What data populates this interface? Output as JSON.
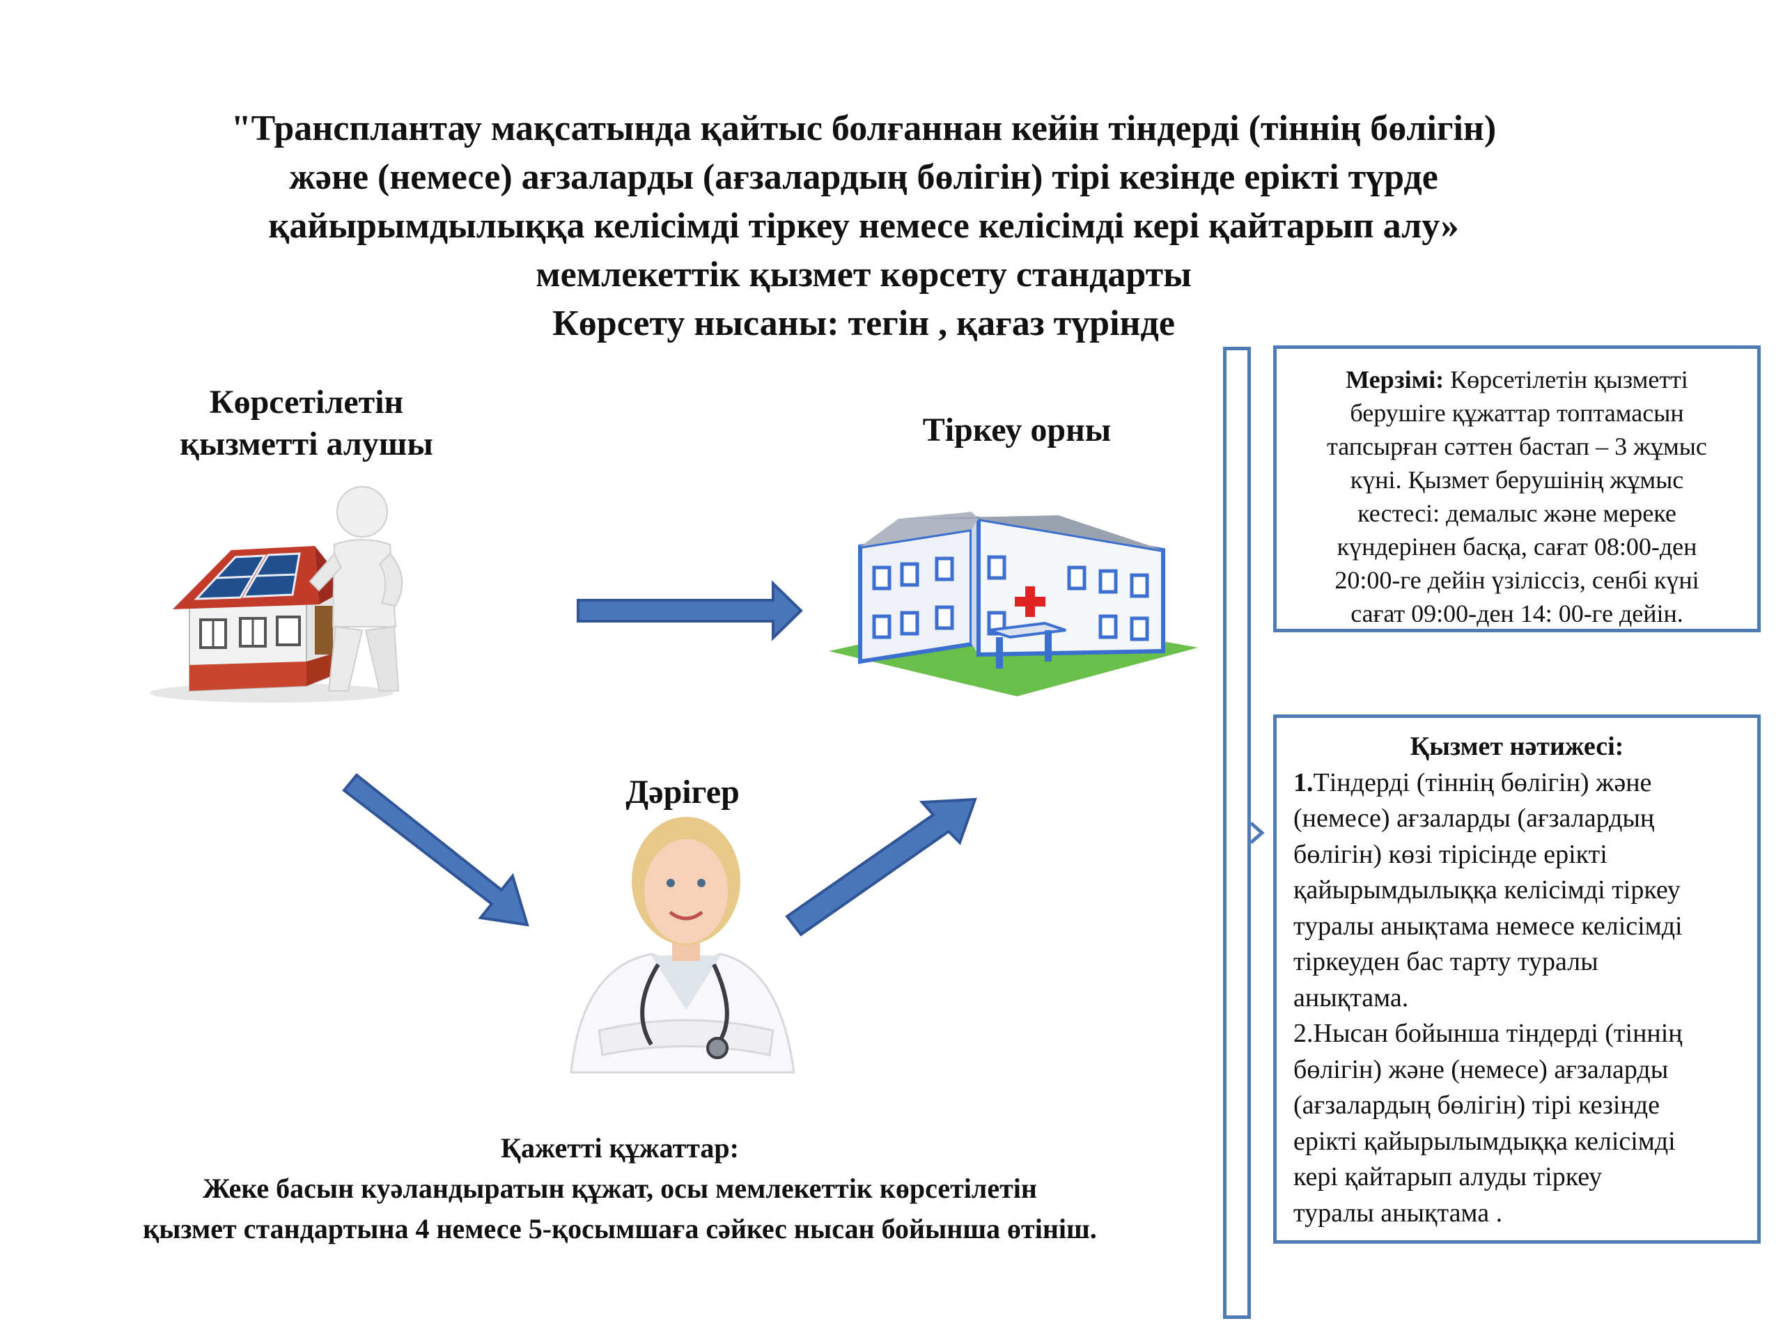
{
  "title": {
    "lines": [
      "\"Трансплантау  мақсатында  қайтыс  болғаннан  кейін  тіндерді (тіннің бөлігін)",
      "және (немесе) ағзаларды (ағзалардың бөлігін) тірі  кезінде  ерікті  түрде",
      "қайырымдылыққа  келісімді  тіркеу немесе  келісімді  кері  қайтарып  алу»",
      "мемлекеттік  қызмет  көрсету  стандарты",
      "Көрсету  нысаны: тегін , қағаз   түрінде"
    ]
  },
  "recipient": {
    "lines": [
      "Көрсетілетін",
      "қызметті  алушы"
    ]
  },
  "registration": {
    "label": "Тіркеу  орны"
  },
  "doctor": {
    "label": "Дәрігер"
  },
  "documents": {
    "heading": "Қажетті  құжаттар:",
    "lines": [
      "Жеке  басын  куәландыратын  құжат, осы  мемлекеттік  көрсетілетін",
      "қызмет стандартына 4 немесе 5-қосымшаға сәйкес нысан бойынша өтініш."
    ]
  },
  "deadline": {
    "label": "Мерзімі:",
    "lines": [
      "Көрсетілетін  қызметті",
      "берушіге құжаттар топтамасын",
      "тапсырған сәттен бастап – 3 жұмыс",
      "күні. Қызмет берушінің жұмыс",
      "кестесі: демалыс және мереке",
      "күндерінен  басқа, сағат 08:00-ден",
      "20:00-ге дейін үзіліссіз, сенбі күні",
      "сағат 09:00-ден 14: 00-ге дейін."
    ]
  },
  "result": {
    "heading": "Қызмет  нәтижесі:",
    "item1_num": "1.",
    "item1_lines": [
      "Тіндерді (тіннің бөлігін) және",
      "(немесе) ағзаларды (ағзалардың",
      "бөлігін) көзі тірісінде ерікті",
      "қайырымдылыққа келісімді тіркеу",
      "туралы анықтама немесе келісімді",
      "тіркеуден бас тарту туралы",
      "анықтама."
    ],
    "item2_lines": [
      "2.Нысан бойынша тіндерді (тіннің",
      "бөлігін) және (немесе) ағзаларды",
      "(ағзалардың  бөлігін) тірі кезінде",
      "ерікті  қайырылымдыққа келісімді",
      "кері  қайтарып  алуды тіркеу",
      "туралы  анықтама ."
    ]
  },
  "colors": {
    "arrow_fill": "#4a76bc",
    "arrow_stroke": "#2f5597",
    "box_border": "#4e7ab5"
  }
}
